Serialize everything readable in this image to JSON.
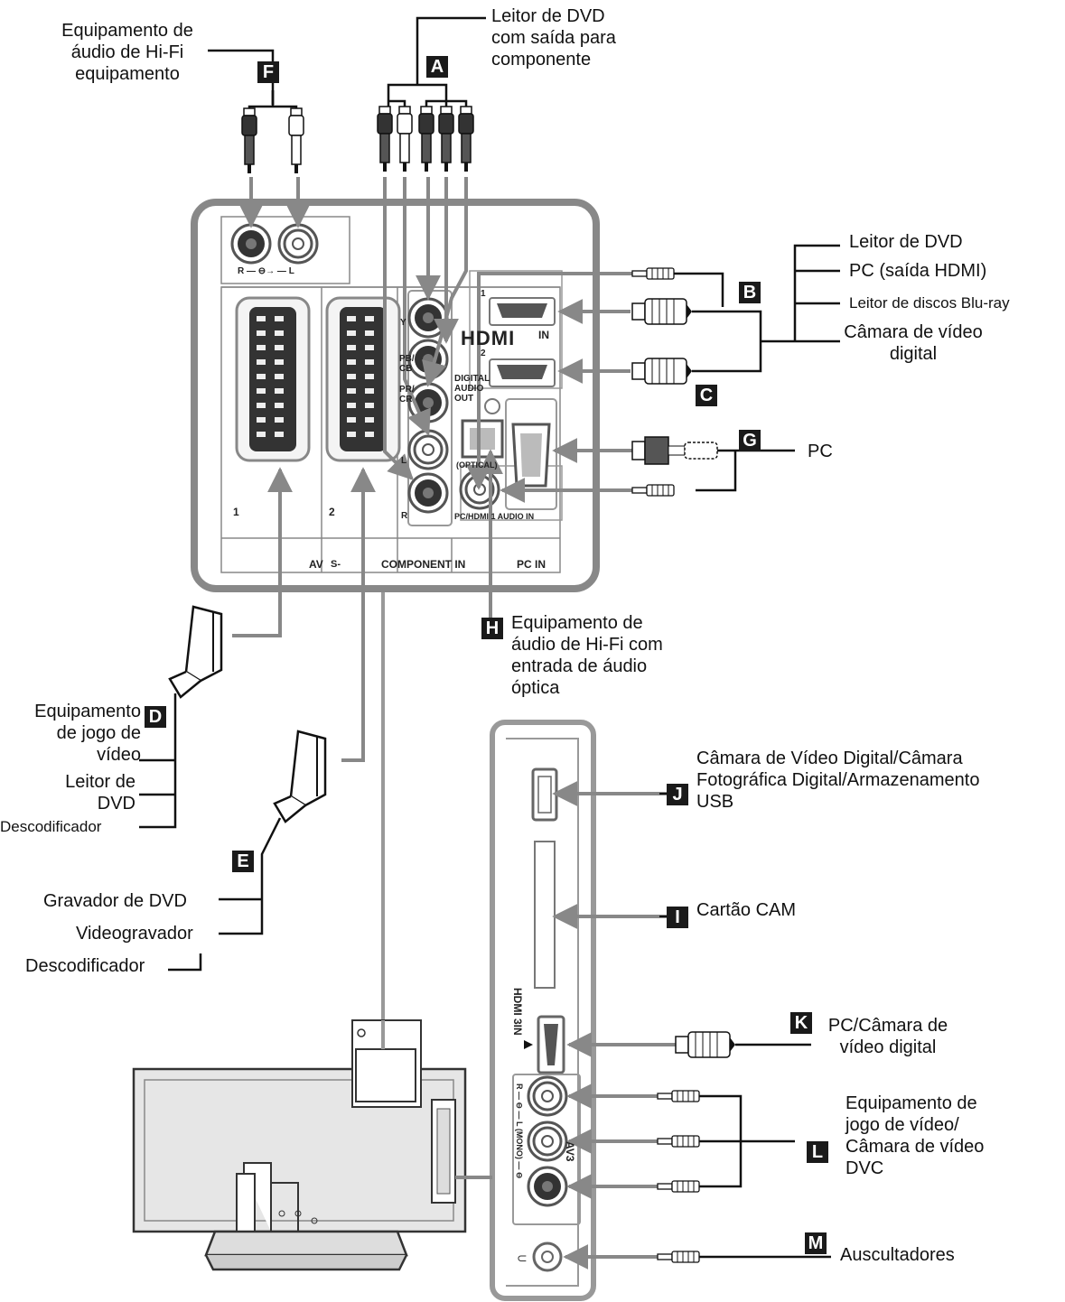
{
  "labels": {
    "F_device": "Equipamento de\náudio de Hi-Fi\nequipamento",
    "A_device": "Leitor de DVD\ncom saída para\ncomponente",
    "B_dvd": "Leitor de DVD",
    "B_pc": "PC (saída HDMI)",
    "B_bluray": "Leitor de discos Blu-ray",
    "B_camera": "Câmara de vídeo\ndigital",
    "G_pc": "PC",
    "H_device": "Equipamento de\náudio de Hi-Fi com\nentrada de áudio\nóptica",
    "D_game": "Equipamento\nde jogo de\nvídeo",
    "D_dvd": "Leitor de\nDVD",
    "D_decoder": "Descodificador",
    "E_recorder": "Gravador de DVD",
    "E_vcr": "Videogravador",
    "E_decoder": "Descodificador",
    "J_usb": "Câmara de Vídeo Digital/Câmara\nFotográfica Digital/Armazenamento\nUSB",
    "I_cam": "Cartão CAM",
    "K_pc": "PC/Câmara de\nvídeo digital",
    "L_game": "Equipamento de\njogo de vídeo/\nCâmara de vídeo\nDVC",
    "M_headphones": "Auscultadores"
  },
  "badges": {
    "A": "A",
    "B": "B",
    "C": "C",
    "D": "D",
    "E": "E",
    "F": "F",
    "G": "G",
    "H": "H",
    "I": "I",
    "J": "J",
    "K": "K",
    "L": "L",
    "M": "M"
  },
  "panel": {
    "audio_rl": "R — ⊖→ — L",
    "scart1": "1",
    "scart2": "2",
    "comp_y": "Y",
    "comp_pb": "PB/\nCB",
    "comp_pr": "PR/\nCR",
    "comp_l": "L",
    "comp_r": "R",
    "hdmi_logo": "HDMI",
    "hdmi_in": "IN",
    "hdmi1": "1",
    "hdmi2": "2",
    "digital_audio_out": "DIGITAL\nAUDIO\nOUT",
    "optical": "(OPTICAL)",
    "pc_hdmi_audio_in": "PC/HDMI 1 AUDIO IN",
    "av_label": "AV",
    "av2_sub": "S-",
    "component_in": "COMPONENT IN",
    "pc_in": "PC IN",
    "hdmi3in": "HDMI 3IN",
    "av3": "AV3",
    "mono": "R — ⊖ — L (MONO) — ⊖"
  }
}
